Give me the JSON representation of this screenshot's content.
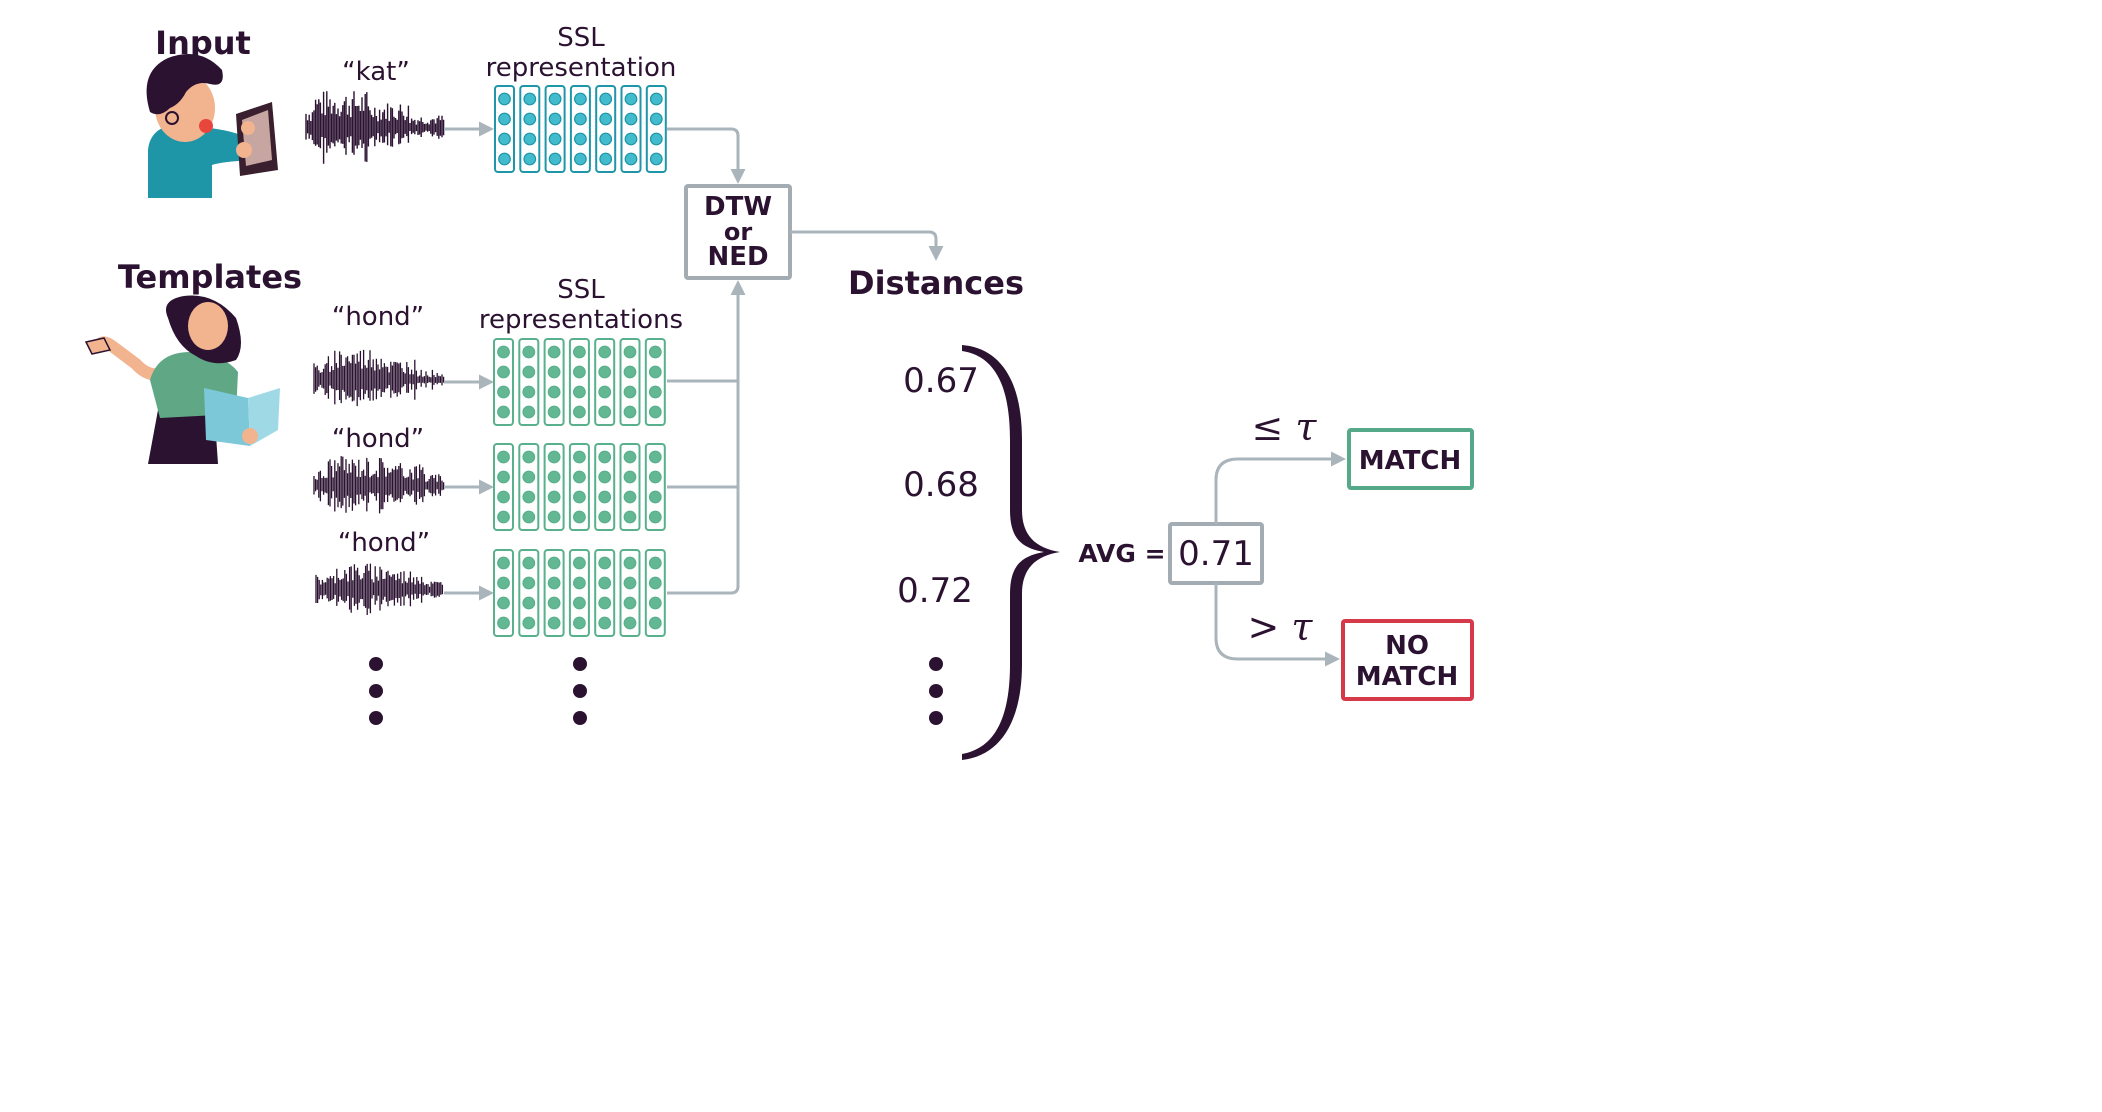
{
  "input": {
    "heading": "Input",
    "word": "“kat”",
    "ssl_label_line1": "SSL",
    "ssl_label_line2": "representation"
  },
  "templates": {
    "heading": "Templates",
    "ssl_label_line1": "SSL",
    "ssl_label_line2": "representations",
    "words": [
      "“hond”",
      "“hond”",
      "“hond”"
    ]
  },
  "comparator": {
    "line1": "DTW",
    "line2": "or",
    "line3": "NED"
  },
  "distances": {
    "heading": "Distances",
    "values": [
      "0.67",
      "0.68",
      "0.72"
    ]
  },
  "average": {
    "label": "AVG =",
    "value": "0.71"
  },
  "decision": {
    "le_tau": "≤ τ",
    "gt_tau": "> τ",
    "match": "MATCH",
    "no_match_line1": "NO",
    "no_match_line2": "MATCH"
  },
  "colors": {
    "ink": "#2b1231",
    "arrow": "#aab4bb",
    "input_block": "#1e96a8",
    "input_dot": "#42bccd",
    "template_block": "#58b08c",
    "template_dot": "#63b893",
    "match_border": "#55a888",
    "no_match_border": "#d63a4a",
    "box_border": "#a2acb2"
  },
  "icons": {
    "input_person": "boy-reading-illustration",
    "template_person": "woman-presenting-book-illustration"
  }
}
